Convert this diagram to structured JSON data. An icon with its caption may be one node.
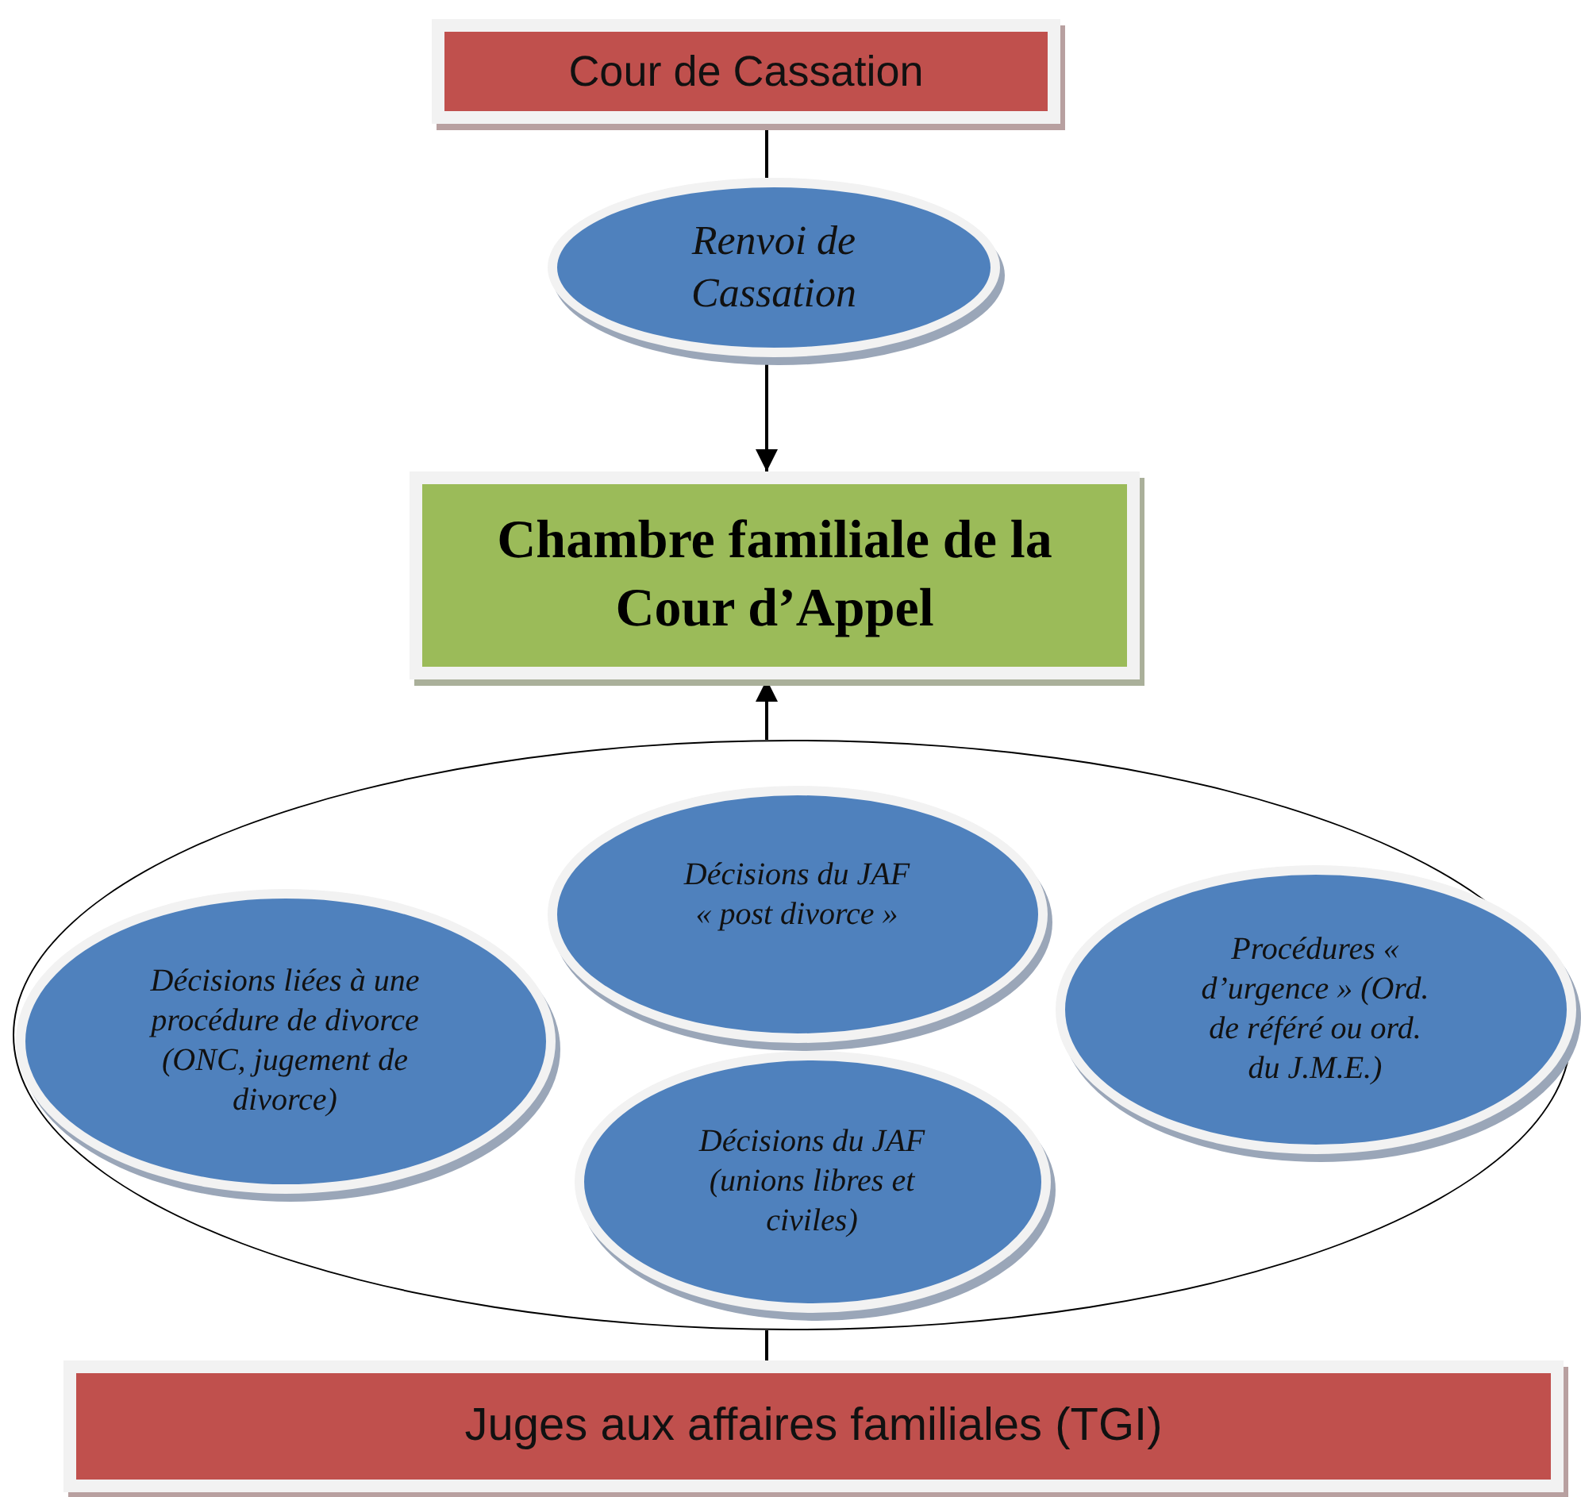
{
  "diagram": {
    "nodes": [
      {
        "text": [
          "Cour de Cassation"
        ]
      },
      {
        "text": [
          "Renvoi de Cassation"
        ]
      },
      {
        "text": [
          "Chambre familiale de la Cour d’Appel"
        ]
      },
      {
        "text": [],
        "shape": "ellipse"
      },
      {
        "text": [
          "Décisions du JAF « post divorce »"
        ],
        "in": 3
      },
      {
        "text": [
          "Décisions liées à une procédure de divorce (ONC, jugement de divorce)"
        ],
        "in": 3
      },
      {
        "text": [
          "Procédures « d’urgence » (Ord. de référé ou ord. du J.M.E.)"
        ],
        "in": 3
      },
      {
        "text": [
          "Décisions du JAF (unions libres et civiles)"
        ],
        "in": 3
      },
      {
        "text": [
          "Juges aux affaires familiales (TGI)"
        ]
      }
    ],
    "edges": [
      {
        "from": 0,
        "to": 1,
        "arrow": "none"
      },
      {
        "from": 1,
        "to": 2,
        "arrow": "to"
      },
      {
        "from": 3,
        "to": 2,
        "arrow": "to"
      },
      {
        "from": 8,
        "to": 3,
        "arrow": "none"
      }
    ]
  }
}
